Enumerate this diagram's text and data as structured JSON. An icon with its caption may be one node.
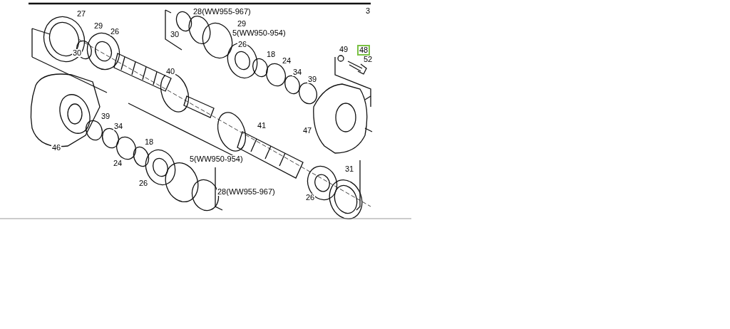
{
  "diagram": {
    "labels": [
      "3",
      "28(WW955-967)",
      "27",
      "29",
      "29",
      "26",
      "5(WW950-954)",
      "30",
      "26",
      "49",
      "48",
      "30",
      "18",
      "52",
      "24",
      "40",
      "34",
      "39",
      "39",
      "41",
      "34",
      "47",
      "18",
      "46",
      "5(WW950-954)",
      "24",
      "31",
      "26",
      "28(WW955-967)",
      "26"
    ]
  }
}
